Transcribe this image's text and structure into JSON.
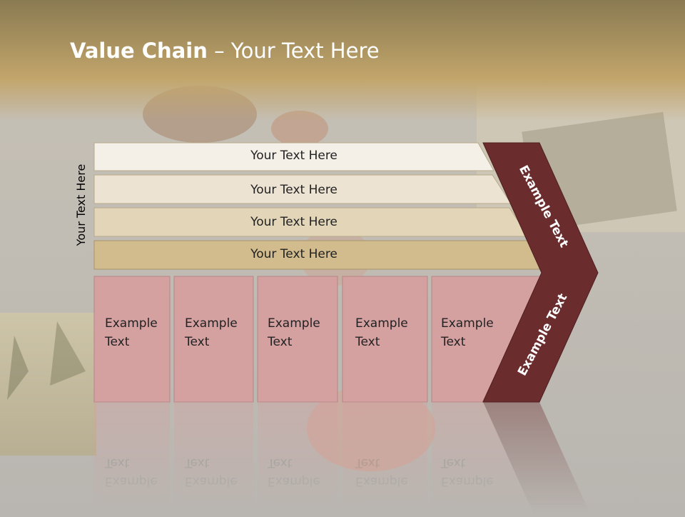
{
  "slide": {
    "title_bold": "Value Chain",
    "title_rest": " – Your Text Here",
    "side_label": "Your Text Here"
  },
  "rows": [
    {
      "label": "Your Text Here"
    },
    {
      "label": "Your Text Here"
    },
    {
      "label": "Your Text Here"
    },
    {
      "label": "Your Text Here"
    }
  ],
  "boxes": [
    {
      "line1": "Example",
      "line2": "Text"
    },
    {
      "line1": "Example",
      "line2": "Text"
    },
    {
      "line1": "Example",
      "line2": "Text"
    },
    {
      "line1": "Example",
      "line2": "Text"
    },
    {
      "line1": "Example",
      "line2": "Text"
    }
  ],
  "chevron": {
    "upper_label": "Example Text",
    "lower_label": "Example Text"
  },
  "colors": {
    "chevron": "#6b2c2e",
    "box_fill": "#d4a0a0",
    "row_fills": [
      "#f4f0e8",
      "#ede3d2",
      "#e3d5b8",
      "#d2bb8d"
    ]
  }
}
